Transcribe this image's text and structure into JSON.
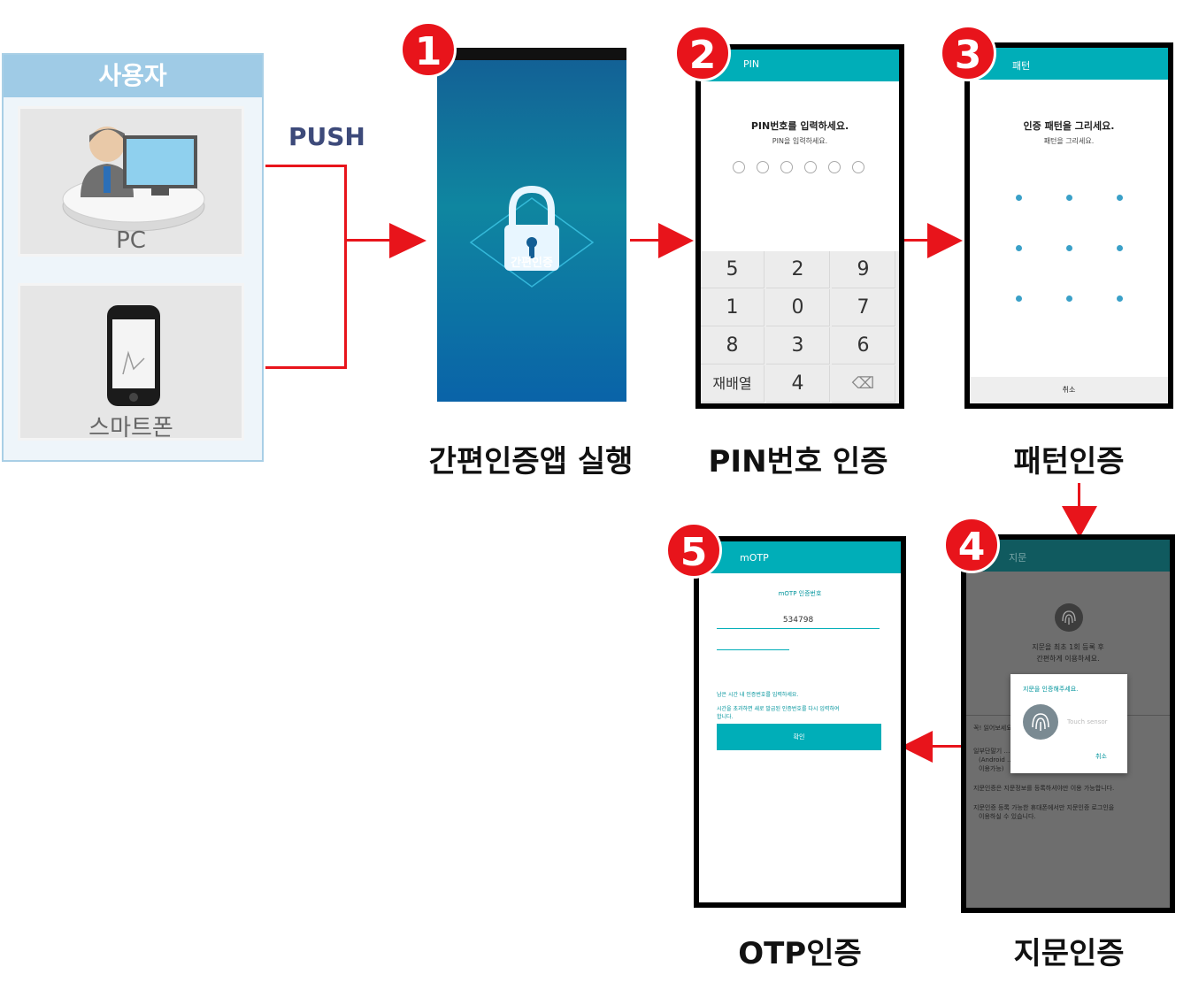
{
  "user_panel": {
    "header": "사용자",
    "pc_label": "PC",
    "phone_label": "스마트폰"
  },
  "push_label": "PUSH",
  "steps": [
    {
      "number": "1",
      "caption": "간편인증앱 실행",
      "app_name": "간편인증"
    },
    {
      "number": "2",
      "caption": "PIN번호 인증",
      "title": "PIN",
      "prompt": "PIN번호를 입력하세요.",
      "subprompt": "PIN을 입력하세요.",
      "keys": [
        "5",
        "2",
        "9",
        "1",
        "0",
        "7",
        "8",
        "3",
        "6",
        "재배열",
        "4",
        "⌫"
      ]
    },
    {
      "number": "3",
      "caption": "패턴인증",
      "title": "패턴",
      "prompt": "인증 패턴을 그리세요.",
      "subprompt": "패턴을 그리세요.",
      "cancel": "취소"
    },
    {
      "number": "4",
      "caption": "지문인증",
      "title": "지문",
      "intro_line1": "지문을 최초 1회 등록 후",
      "intro_line2": "간편하게 이용하세요.",
      "dialog_title": "지문을 인증해주세요.",
      "touch_sensor": "Touch sensor",
      "dialog_cancel": "취소",
      "notice_title": "꼭! 읽어보세요",
      "notice_1": "일부단말기 … 니다.",
      "notice_1b": "(Android … 전해",
      "notice_1c": "이용가능)",
      "notice_2": "지문인증은 지문정보를 등록하셔야만 이용 가능합니다.",
      "notice_3a": "지문인증 등록 가능한 휴대폰에서만 지문인증 로그인을",
      "notice_3b": "이용하실 수 있습니다."
    },
    {
      "number": "5",
      "caption": "OTP인증",
      "title": "mOTP",
      "label": "mOTP 인증번호",
      "code": "534798",
      "msg1": "남은 시간 내 인증번호를 입력하세요.",
      "msg2a": "시간을 초과하면 새로 발급된 인증번호를 다시 입력하여",
      "msg2b": "합니다.",
      "confirm": "확인"
    }
  ],
  "colors": {
    "accent_red": "#e8141b",
    "teal": "#00aeb8",
    "panel_blue": "#9fcbe6"
  }
}
